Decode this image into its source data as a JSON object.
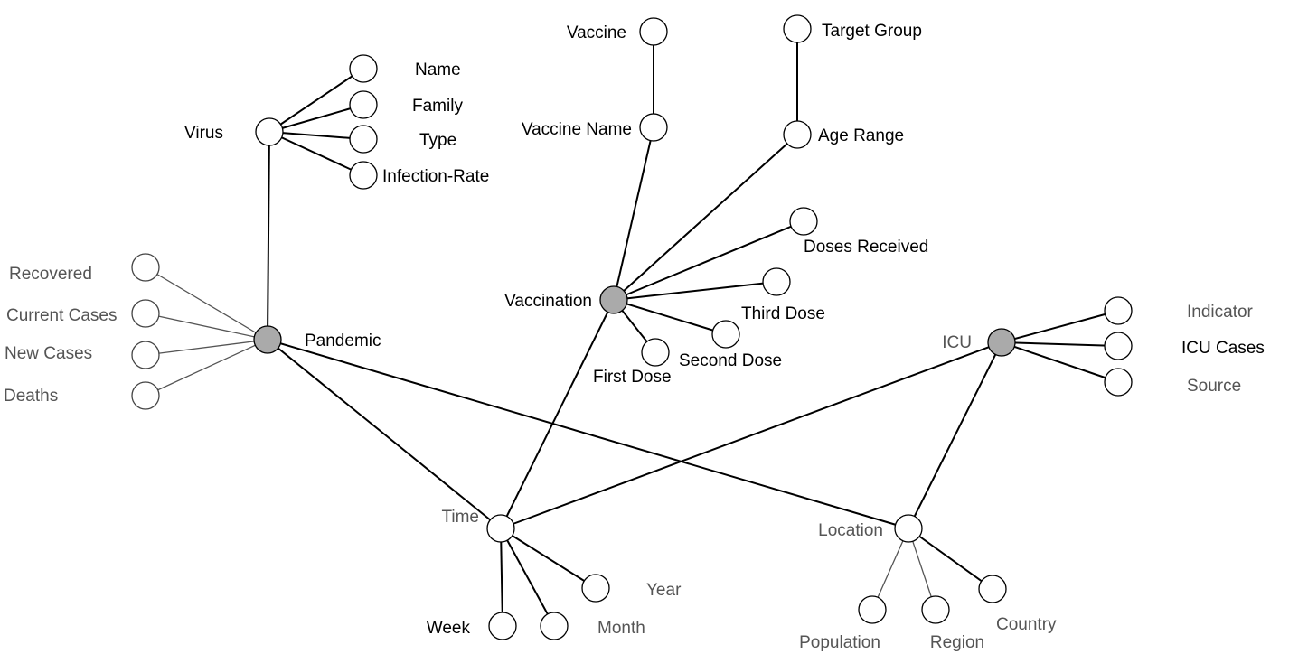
{
  "diagram": {
    "nodes": {
      "virus": "Virus",
      "name": "Name",
      "family": "Family",
      "type": "Type",
      "infection_rate": "Infection-Rate",
      "vaccine": "Vaccine",
      "vaccine_name": "Vaccine Name",
      "target_group": "Target Group",
      "age_range": "Age Range",
      "doses_received": "Doses Received",
      "vaccination": "Vaccination",
      "third_dose": "Third Dose",
      "second_dose": "Second Dose",
      "first_dose": "First Dose",
      "recovered": "Recovered",
      "current_cases": "Current Cases",
      "new_cases": "New Cases",
      "deaths": "Deaths",
      "pandemic": "Pandemic",
      "icu": "ICU",
      "indicator": "Indicator",
      "icu_cases": "ICU Cases",
      "source": "Source",
      "time": "Time",
      "year": "Year",
      "week": "Week",
      "month": "Month",
      "location": "Location",
      "population": "Population",
      "region": "Region",
      "country": "Country"
    }
  }
}
